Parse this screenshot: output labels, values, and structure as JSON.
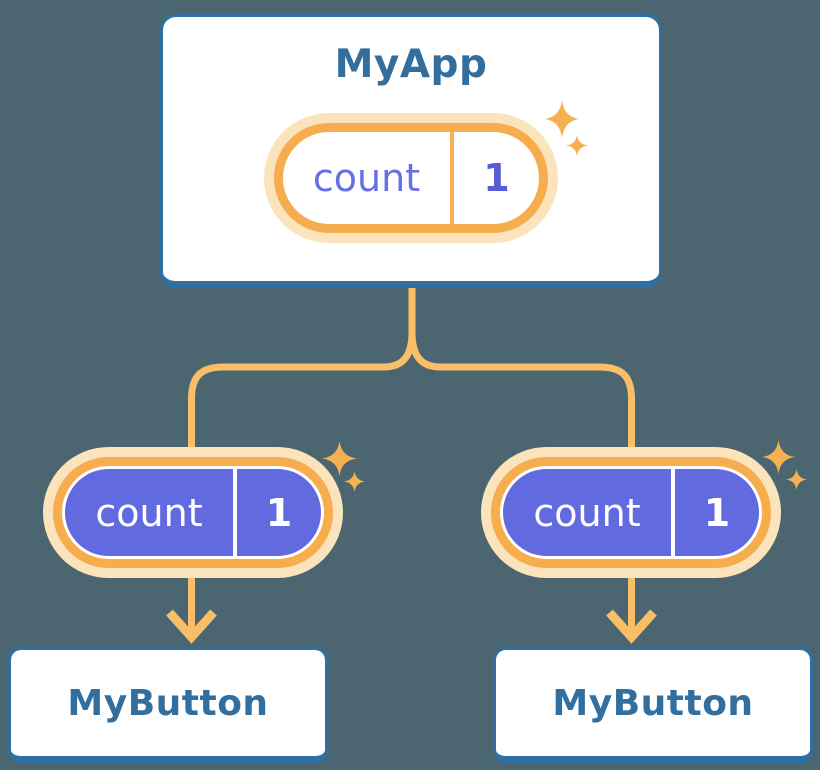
{
  "diagram": {
    "root": {
      "title": "MyApp",
      "state": {
        "label": "count",
        "value": "1"
      }
    },
    "children": [
      {
        "title": "MyButton",
        "prop": {
          "label": "count",
          "value": "1"
        }
      },
      {
        "title": "MyButton",
        "prop": {
          "label": "count",
          "value": "1"
        }
      }
    ]
  },
  "colors": {
    "bg": "#4B6670",
    "card_border_blue": "#2E70A1",
    "title_blue": "#336F9E",
    "line_orange": "#F8BE68",
    "ring_orange": "#F6AD4D",
    "divider_orange": "#F5B156",
    "glow_peach": "#FBE3BC",
    "pill_indigo": "#626AE0",
    "label_purple": "#6570E4",
    "value_indigo": "#575DD6",
    "sparkle_orange": "#F5B052",
    "white": "#FFFFFF"
  },
  "icons": {
    "sparkle": "four-point-star",
    "arrow": "arrow-down",
    "connector": "tree-branch-lines"
  }
}
